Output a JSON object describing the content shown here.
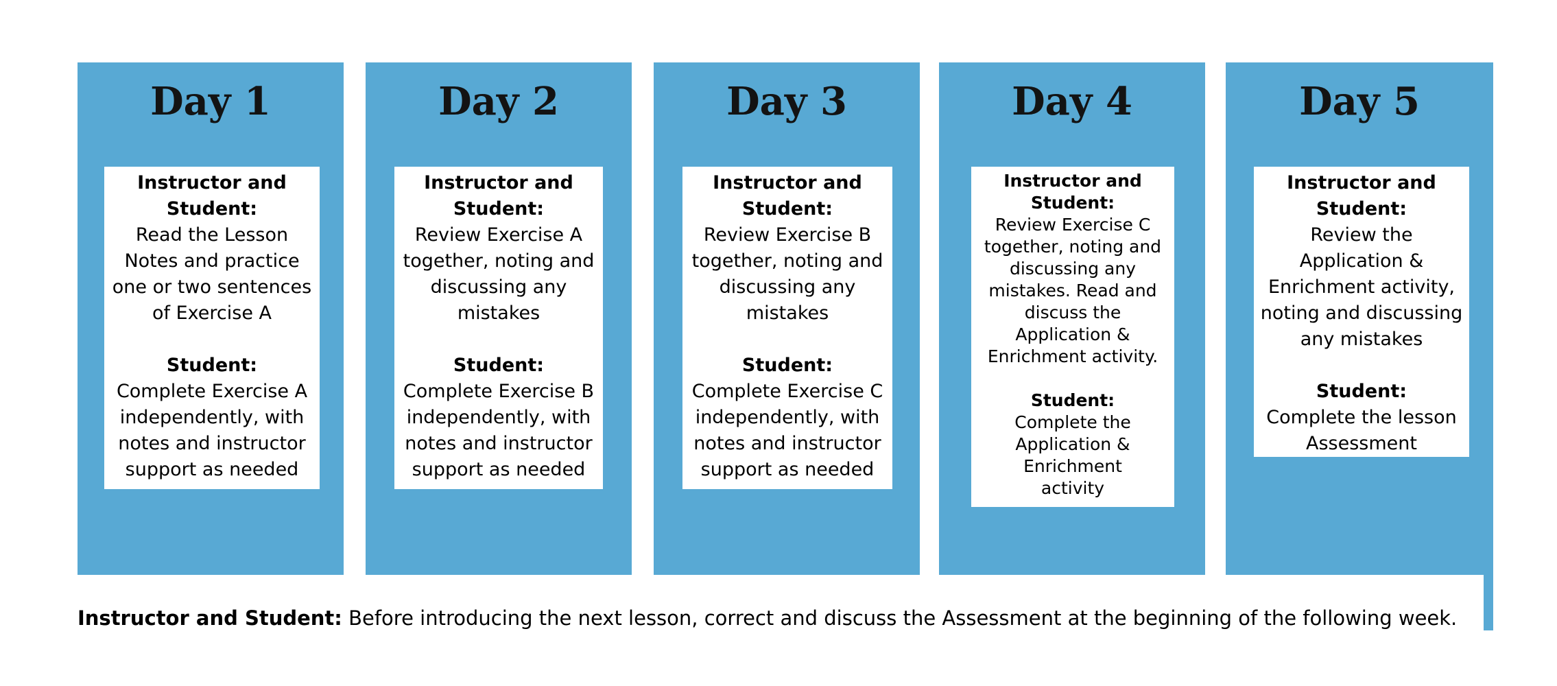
{
  "page": {
    "background": "#ffffff",
    "accent_blue": "#58A9D4",
    "text_color": "#000000"
  },
  "columns": [
    {
      "title": "Day 1",
      "instructor_heading": "Instructor and\nStudent:",
      "instructor_body": "Read the Lesson\nNotes and practice\none or two sentences\nof Exercise A",
      "student_heading": "Student:",
      "student_body": "Complete Exercise A\nindependently, with\nnotes and instructor\nsupport as needed"
    },
    {
      "title": "Day 2",
      "instructor_heading": "Instructor and\nStudent:",
      "instructor_body": "Review Exercise A\ntogether, noting and\ndiscussing any\nmistakes",
      "student_heading": "Student:",
      "student_body": "Complete Exercise B\nindependently, with\nnotes and instructor\nsupport as needed"
    },
    {
      "title": "Day 3",
      "instructor_heading": "Instructor and\nStudent:",
      "instructor_body": "Review Exercise B\ntogether, noting and\ndiscussing any\nmistakes",
      "student_heading": "Student:",
      "student_body": "Complete Exercise C\nindependently, with\nnotes and instructor\nsupport as needed"
    },
    {
      "title": "Day 4",
      "instructor_heading": "Instructor and\nStudent:",
      "instructor_body": "Review Exercise C\ntogether, noting and\ndiscussing any\nmistakes. Read and\ndiscuss the\nApplication &\nEnrichment activity.",
      "student_heading": "Student:",
      "student_body": "Complete the\nApplication &\nEnrichment\nactivity"
    },
    {
      "title": "Day 5",
      "instructor_heading": "Instructor and\nStudent:",
      "instructor_body": "Review the\nApplication &\nEnrichment activity,\nnoting and discussing\nany mistakes",
      "student_heading": "Student:",
      "student_body": "Complete the lesson\nAssessment"
    }
  ],
  "footer": {
    "lead": "Instructor and Student:",
    "text": "Before introducing the next lesson, correct and discuss the Assessment at the beginning of the following week."
  }
}
